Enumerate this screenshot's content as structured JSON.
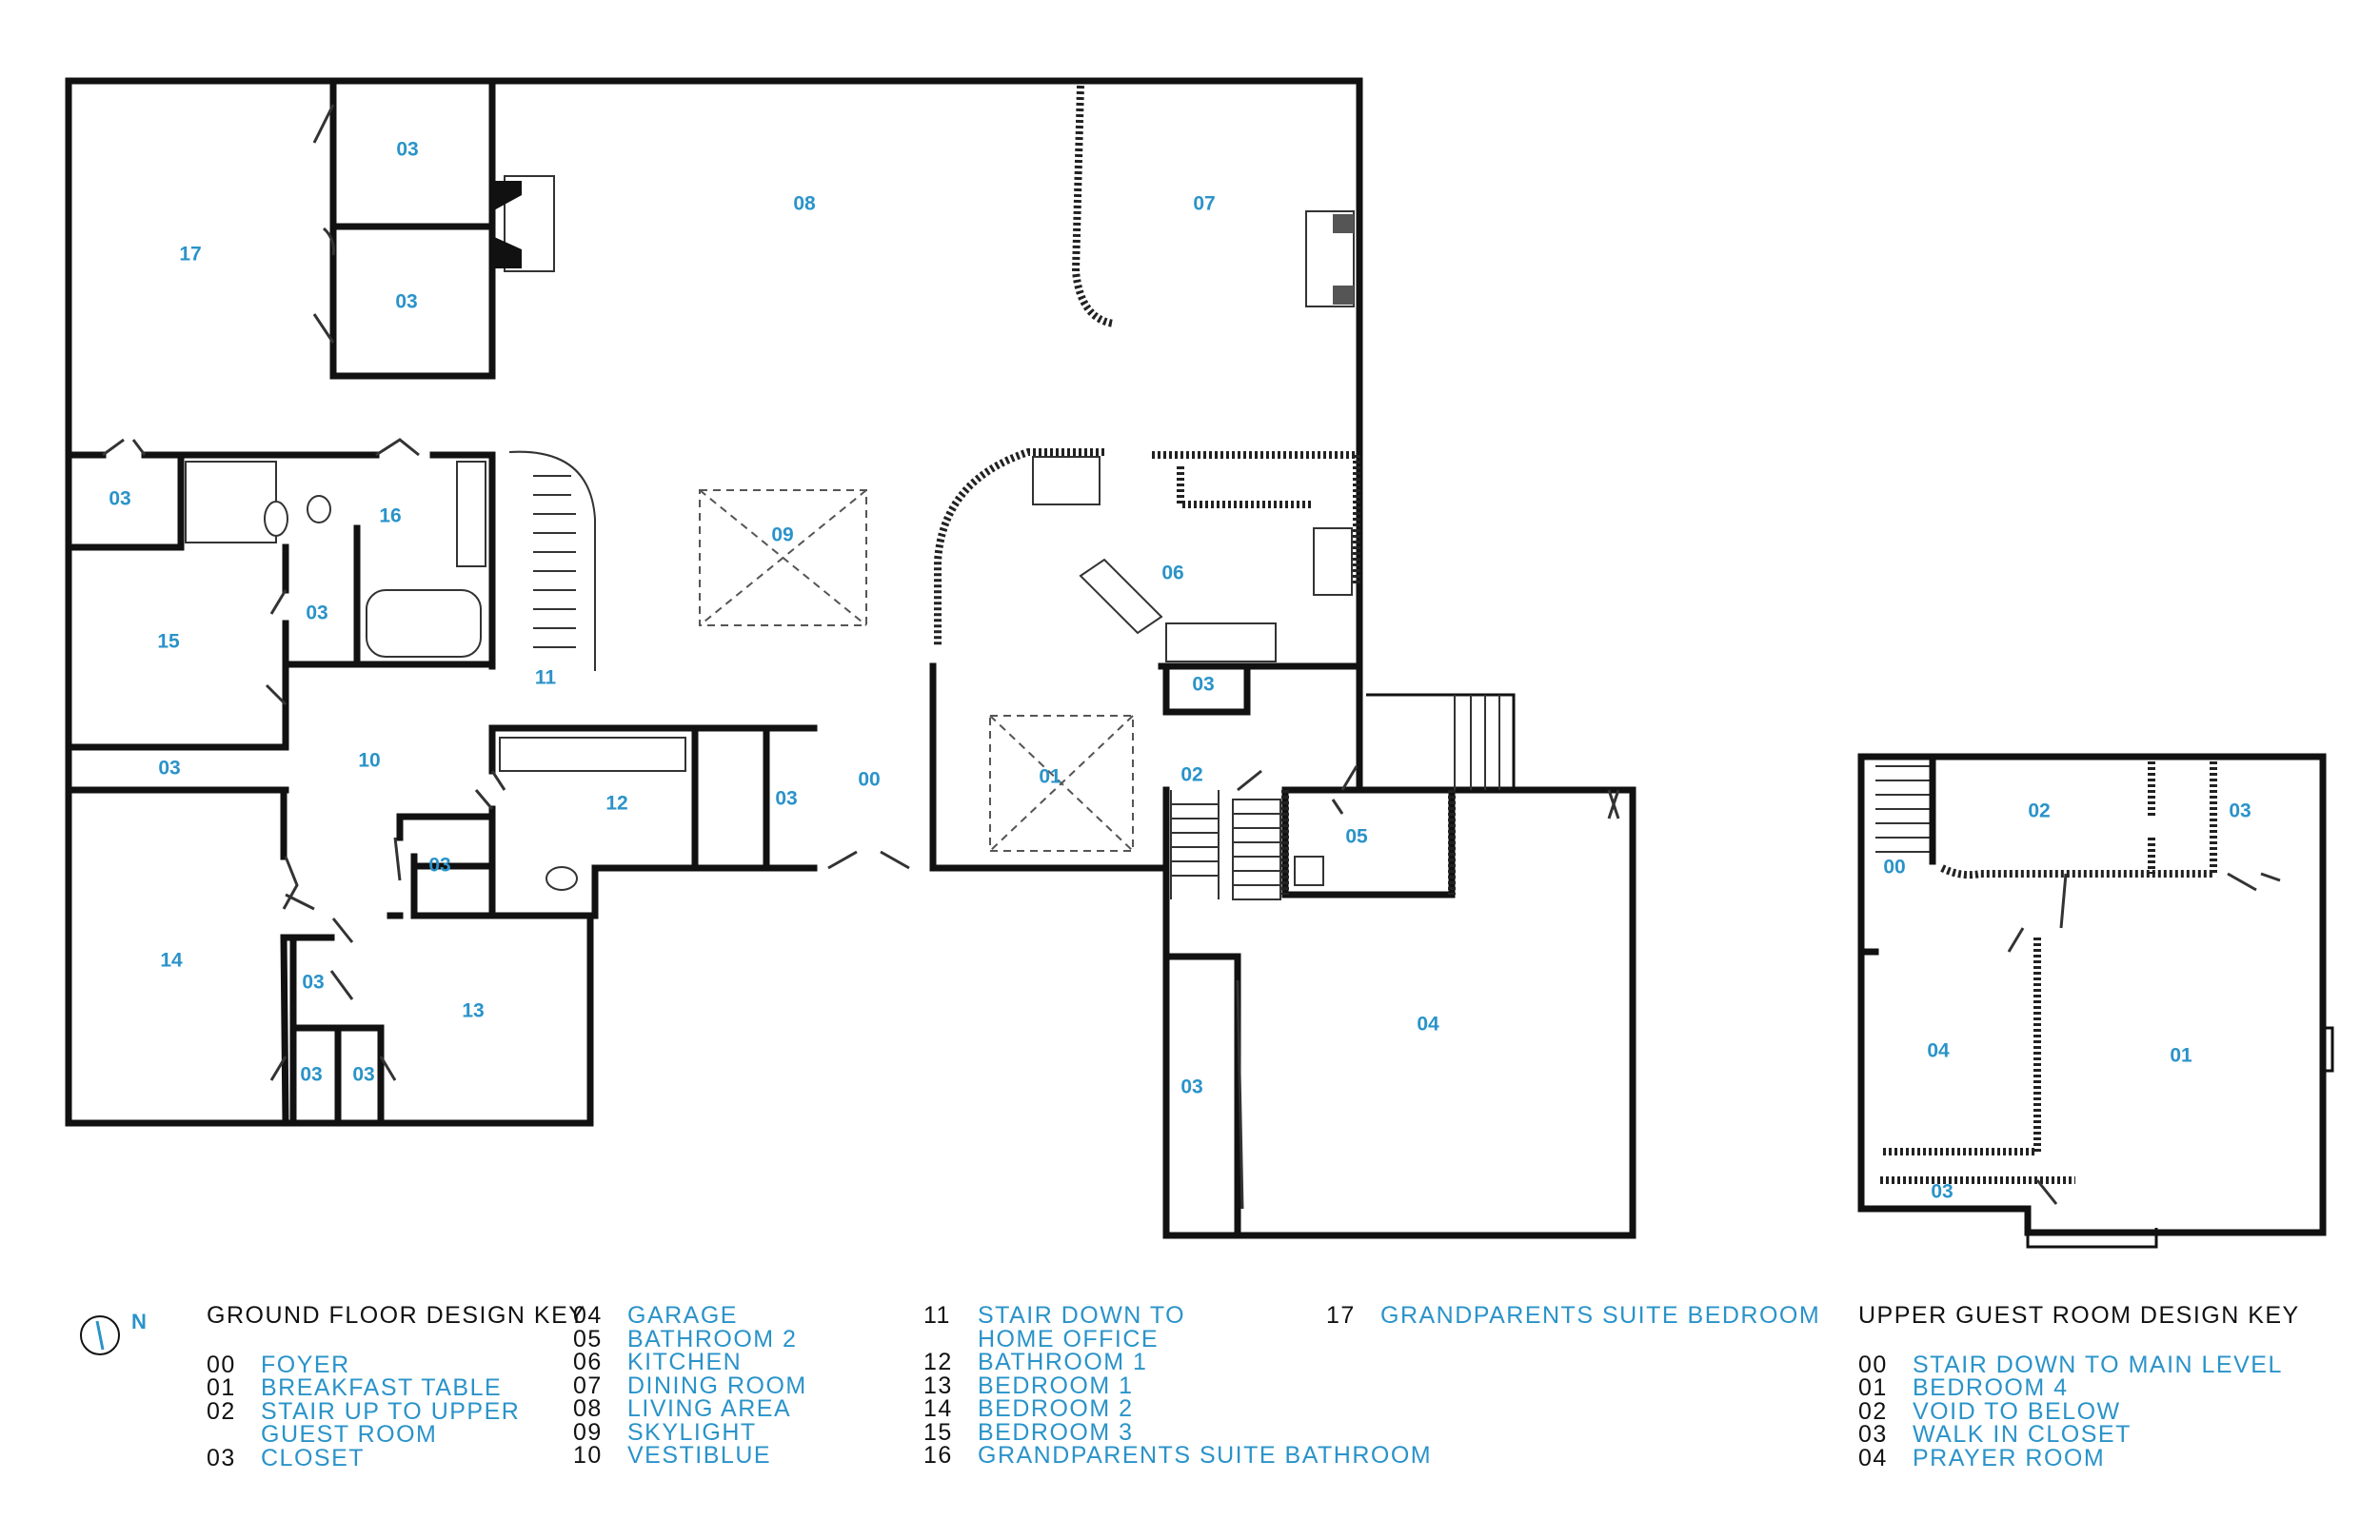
{
  "ground_rooms": [
    {
      "id": "r17",
      "label": "17"
    },
    {
      "id": "r03a",
      "label": "03"
    },
    {
      "id": "r03b",
      "label": "03"
    },
    {
      "id": "r08",
      "label": "08"
    },
    {
      "id": "r07",
      "label": "07"
    },
    {
      "id": "r03c",
      "label": "03"
    },
    {
      "id": "r16",
      "label": "16"
    },
    {
      "id": "r09",
      "label": "09"
    },
    {
      "id": "r06",
      "label": "06"
    },
    {
      "id": "r15",
      "label": "15"
    },
    {
      "id": "r03d",
      "label": "03"
    },
    {
      "id": "r11",
      "label": "11"
    },
    {
      "id": "r03e",
      "label": "03"
    },
    {
      "id": "r10",
      "label": "10"
    },
    {
      "id": "r03f",
      "label": "03"
    },
    {
      "id": "r12",
      "label": "12"
    },
    {
      "id": "r03g",
      "label": "03"
    },
    {
      "id": "r00",
      "label": "00"
    },
    {
      "id": "r01",
      "label": "01"
    },
    {
      "id": "r02",
      "label": "02"
    },
    {
      "id": "r05",
      "label": "05"
    },
    {
      "id": "r03h",
      "label": "03"
    },
    {
      "id": "r14",
      "label": "14"
    },
    {
      "id": "r03i",
      "label": "03"
    },
    {
      "id": "r13",
      "label": "13"
    },
    {
      "id": "r03j",
      "label": "03"
    },
    {
      "id": "r03k",
      "label": "03"
    },
    {
      "id": "r04",
      "label": "04"
    },
    {
      "id": "r03l",
      "label": "03"
    }
  ],
  "upper_rooms": [
    {
      "id": "u02",
      "label": "02"
    },
    {
      "id": "u03a",
      "label": "03"
    },
    {
      "id": "u00",
      "label": "00"
    },
    {
      "id": "u04",
      "label": "04"
    },
    {
      "id": "u01",
      "label": "01"
    },
    {
      "id": "u03b",
      "label": "03"
    }
  ],
  "compass": {
    "label": "N"
  },
  "ground_key": {
    "title": "GROUND FLOOR DESIGN KEY",
    "col1": [
      {
        "num": "00",
        "text": "FOYER"
      },
      {
        "num": "01",
        "text": "BREAKFAST TABLE"
      },
      {
        "num": "02",
        "text": "STAIR UP TO UPPER"
      },
      {
        "num": "",
        "text": "GUEST ROOM"
      },
      {
        "num": "03",
        "text": "CLOSET"
      }
    ],
    "col2": [
      {
        "num": "04",
        "text": "GARAGE"
      },
      {
        "num": "05",
        "text": "BATHROOM 2"
      },
      {
        "num": "06",
        "text": "KITCHEN"
      },
      {
        "num": "07",
        "text": "DINING ROOM"
      },
      {
        "num": "08",
        "text": "LIVING AREA"
      },
      {
        "num": "09",
        "text": "SKYLIGHT"
      },
      {
        "num": "10",
        "text": "VESTIBLUE"
      }
    ],
    "col3": [
      {
        "num": "11",
        "text": "STAIR DOWN TO"
      },
      {
        "num": "",
        "text": "HOME OFFICE"
      },
      {
        "num": "12",
        "text": "BATHROOM 1"
      },
      {
        "num": "13",
        "text": "BEDROOM 1"
      },
      {
        "num": "14",
        "text": "BEDROOM 2"
      },
      {
        "num": "15",
        "text": "BEDROOM 3"
      },
      {
        "num": "16",
        "text": "GRANDPARENTS SUITE BATHROOM"
      }
    ],
    "col4": [
      {
        "num": "17",
        "text": "GRANDPARENTS SUITE BEDROOM"
      }
    ]
  },
  "upper_key": {
    "title": "UPPER GUEST ROOM DESIGN KEY",
    "rows": [
      {
        "num": "00",
        "text": "STAIR DOWN TO MAIN LEVEL"
      },
      {
        "num": "01",
        "text": "BEDROOM 4"
      },
      {
        "num": "02",
        "text": "VOID TO BELOW"
      },
      {
        "num": "03",
        "text": "WALK IN CLOSET"
      },
      {
        "num": "04",
        "text": "PRAYER ROOM"
      }
    ]
  }
}
